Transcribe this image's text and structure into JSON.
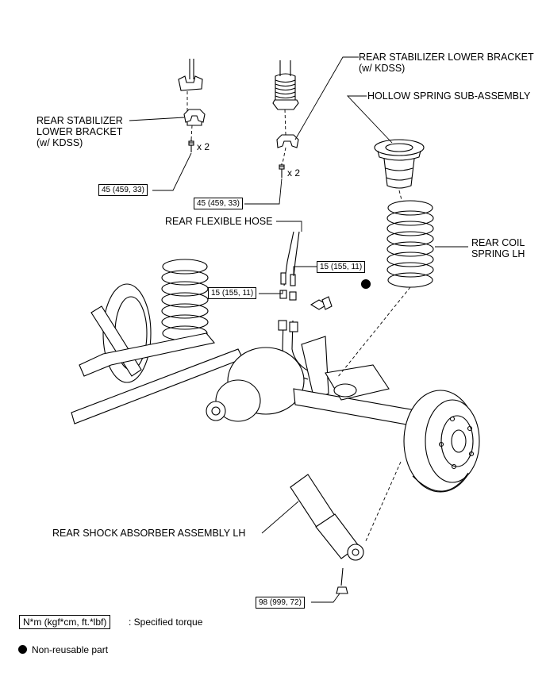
{
  "labels": {
    "rear_stabilizer_lower_bracket_top": [
      "REAR STABILIZER LOWER BRACKET",
      "(w/ KDSS)"
    ],
    "hollow_spring": "HOLLOW SPRING SUB-ASSEMBLY",
    "rear_stabilizer_lower_bracket_left": [
      "REAR STABILIZER",
      "LOWER BRACKET",
      "(w/ KDSS)"
    ],
    "rear_flexible_hose": "REAR FLEXIBLE HOSE",
    "rear_coil_spring": [
      "REAR COIL",
      "SPRING LH"
    ],
    "rear_shock_absorber": "REAR SHOCK ABSORBER ASSEMBLY LH"
  },
  "quantity_marks": {
    "left_bolt": "x 2",
    "center_bolt": "x 2"
  },
  "torques": {
    "left_bracket_bolt": "45 (459, 33)",
    "center_bracket_bolt": "45 (459, 33)",
    "hose_fitting_left": "15 (155, 11)",
    "hose_fitting_right": "15 (155, 11)",
    "shock_lower_bolt": "98 (999, 72)"
  },
  "legend": {
    "torque_box": "N*m (kgf*cm, ft.*lbf)",
    "torque_text": ": Specified torque",
    "nonreusable_text": "Non-reusable part"
  }
}
